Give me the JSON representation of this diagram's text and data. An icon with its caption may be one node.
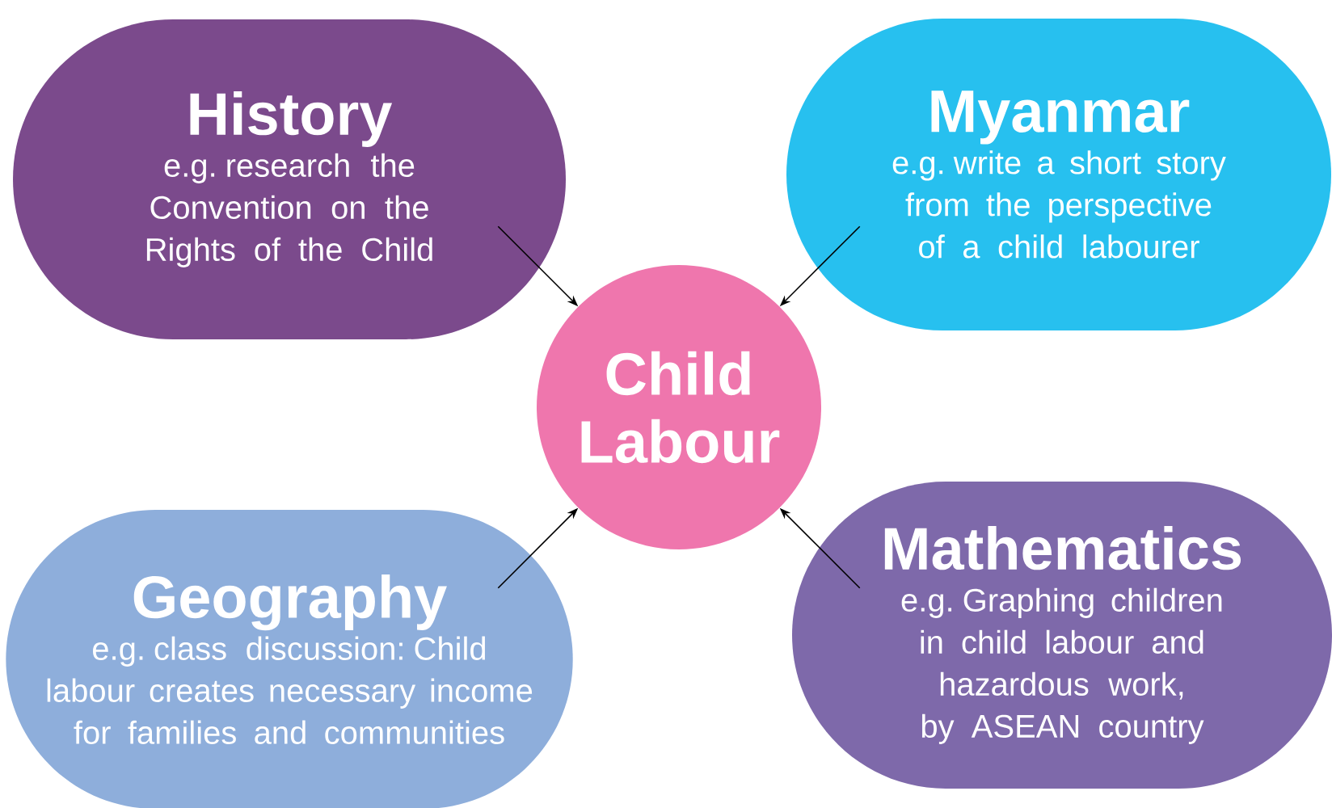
{
  "diagram": {
    "nodes": [
      {
        "text": [
          "Child Labour"
        ]
      },
      {
        "text": [
          "History",
          "e.g. research the Convention on the Rights of the Child"
        ]
      },
      {
        "text": [
          "Myanmar",
          "e.g. write a short story from the perspective of a child labourer"
        ]
      },
      {
        "text": [
          "Geography",
          "e.g. class discussion: Child labour creates necessary income for families and communities"
        ]
      },
      {
        "text": [
          "Mathematics",
          "e.g. Graphing children in child labour and hazardous work, by ASEAN country"
        ]
      }
    ],
    "edges": [
      {
        "from": 1,
        "to": 0,
        "arrow": "to"
      },
      {
        "from": 2,
        "to": 0,
        "arrow": "to"
      },
      {
        "from": 3,
        "to": 0,
        "arrow": "to"
      },
      {
        "from": 4,
        "to": 0,
        "arrow": "to"
      }
    ]
  }
}
